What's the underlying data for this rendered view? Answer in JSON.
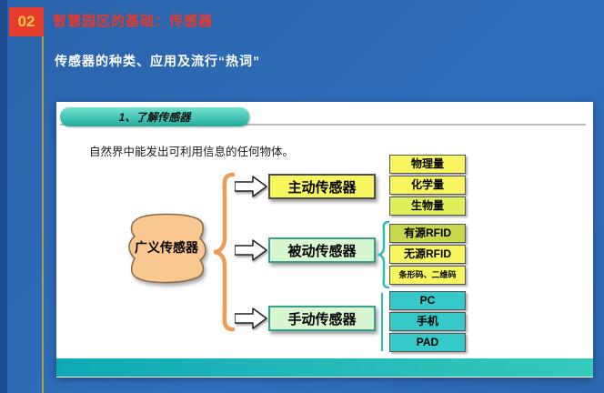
{
  "header": {
    "badge": "02",
    "title": "智慧园区的基础：传感器",
    "subtitle": "传感器的种类、应用及流行“热词”"
  },
  "slide": {
    "section_title": "1、了解传感器",
    "definition": "自然界中能发出可利用信息的任何物体。",
    "root_label": "广义传感器",
    "branches": [
      {
        "label": "主动传感器",
        "items": [
          "物理量",
          "化学量",
          "生物量"
        ]
      },
      {
        "label": "被动传感器",
        "items": [
          "有源RFID",
          "无源RFID",
          "条形码、二维码"
        ]
      },
      {
        "label": "手动传感器",
        "items": [
          "PC",
          "手机",
          "PAD"
        ]
      }
    ]
  },
  "colors": {
    "background_blue": "#2f6fbc",
    "accent_red": "#e63b2a",
    "badge_text_gold": "#ffc84a",
    "teal": "#2fbfae",
    "yellow_box": "#f8f65e",
    "olive_box": "#c9d84b",
    "green_box": "#d9f7cf",
    "cyan_box": "#35c9c9",
    "orange_brace": "#ef9a55",
    "cloud_fill": "#f9c78f"
  }
}
